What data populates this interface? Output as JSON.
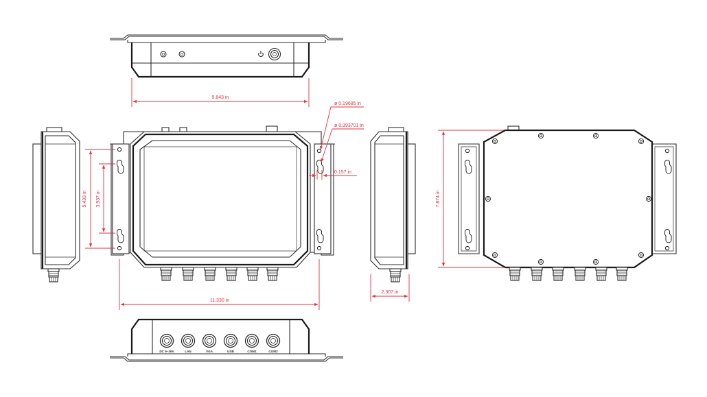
{
  "dimensions": {
    "hole_small": "ø 0.19685 in",
    "hole_large": "ø 0.393701 in",
    "bracket_thickness": "0.157 in",
    "top_width": "9.843 in",
    "total_width": "11.330 in",
    "height_outer": "5.433 in",
    "height_inner": "3.937 in",
    "depth": "2.307 in",
    "rear_height": "7.874 in"
  },
  "port_labels": [
    "DC 9~36V",
    "LAN",
    "VGA",
    "USB",
    "COM1",
    "COM2"
  ],
  "colors": {
    "dimension": "#e0313f",
    "outline": "#2a2a2a"
  }
}
